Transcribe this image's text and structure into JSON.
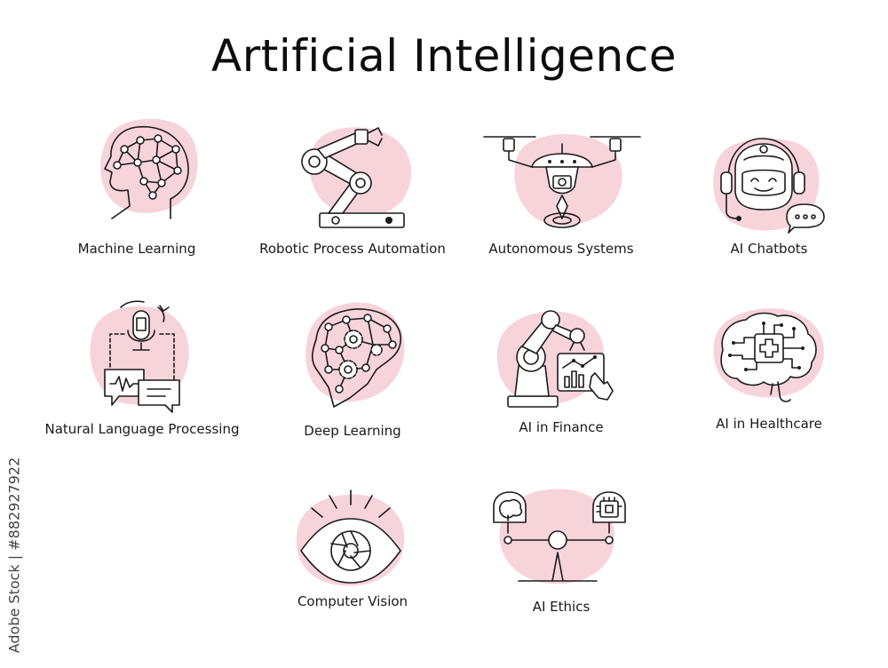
{
  "title": "Artificial Intelligence",
  "items": [
    {
      "label": "Machine Learning",
      "icon": "head-neural-network-icon"
    },
    {
      "label": "Robotic Process Automation",
      "icon": "robotic-arm-icon"
    },
    {
      "label": "Autonomous Systems",
      "icon": "drone-icon"
    },
    {
      "label": "AI Chatbots",
      "icon": "chatbot-headset-icon"
    },
    {
      "label": "Natural Language Processing",
      "icon": "microphone-speech-icon"
    },
    {
      "label": "Deep Learning",
      "icon": "brain-gears-icon"
    },
    {
      "label": "AI in Finance",
      "icon": "robot-arm-chart-icon"
    },
    {
      "label": "AI in Healthcare",
      "icon": "brain-circuit-cross-icon"
    },
    {
      "label": "Computer Vision",
      "icon": "eye-aperture-icon"
    },
    {
      "label": "AI Ethics",
      "icon": "balance-scale-icon"
    }
  ],
  "watermark": "Adobe Stock | #882927922",
  "colors": {
    "accent_blob": "#f7d3da",
    "line": "#1b1b1b",
    "background": "#ffffff"
  }
}
